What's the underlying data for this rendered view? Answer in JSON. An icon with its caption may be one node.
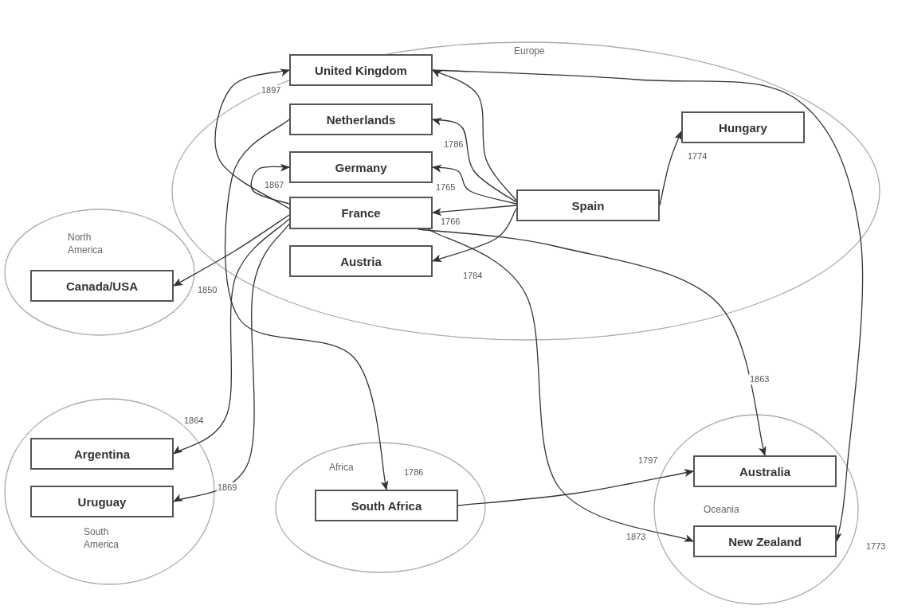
{
  "diagram": {
    "nodes": [
      {
        "text": [
          "Europe"
        ]
      },
      {
        "text": [
          "United Kingdom"
        ],
        "in": 0
      },
      {
        "text": [
          "Netherlands"
        ],
        "in": 0
      },
      {
        "text": [
          "Germany"
        ],
        "in": 0
      },
      {
        "text": [
          "France"
        ],
        "in": 0
      },
      {
        "text": [
          "Austria"
        ],
        "in": 0
      },
      {
        "text": [
          "Spain"
        ],
        "in": 0
      },
      {
        "text": [
          "Hungary"
        ],
        "in": 0
      },
      {
        "text": [
          "North America"
        ]
      },
      {
        "text": [
          "Canada/USA"
        ],
        "in": 8
      },
      {
        "text": [
          "South America"
        ]
      },
      {
        "text": [
          "Argentina"
        ],
        "in": 10
      },
      {
        "text": [
          "Uruguay"
        ],
        "in": 10
      },
      {
        "text": [
          "Africa"
        ]
      },
      {
        "text": [
          "South Africa"
        ],
        "in": 13
      },
      {
        "text": [
          "Oceania"
        ]
      },
      {
        "text": [
          "Australia"
        ],
        "in": 15
      },
      {
        "text": [
          "New Zealand"
        ],
        "in": 15
      }
    ],
    "edges": [
      {
        "from": 6,
        "to": 1,
        "arrow": "to"
      },
      {
        "from": 6,
        "to": 2,
        "arrow": "to",
        "label": "1786"
      },
      {
        "from": 6,
        "to": 3,
        "arrow": "to",
        "label": "1765"
      },
      {
        "from": 6,
        "to": 4,
        "arrow": "to",
        "label": "1766"
      },
      {
        "from": 6,
        "to": 5,
        "arrow": "to",
        "label": "1784"
      },
      {
        "from": 6,
        "to": 7,
        "arrow": "to",
        "label": "1774"
      },
      {
        "from": 4,
        "to": 1,
        "arrow": "to",
        "label": "1897"
      },
      {
        "from": 4,
        "to": 3,
        "arrow": "to",
        "label": "1867"
      },
      {
        "from": 4,
        "to": 9,
        "arrow": "to",
        "label": "1850"
      },
      {
        "from": 4,
        "to": 11,
        "arrow": "to",
        "label": "1864"
      },
      {
        "from": 4,
        "to": 12,
        "arrow": "to",
        "label": "1869"
      },
      {
        "from": 2,
        "to": 14,
        "arrow": "to",
        "label": "1786"
      },
      {
        "from": 4,
        "to": 16,
        "arrow": "to",
        "label": "1863"
      },
      {
        "from": 4,
        "to": 17,
        "arrow": "to",
        "label": "1873"
      },
      {
        "from": 1,
        "to": 17,
        "arrow": "to",
        "label": "1773"
      },
      {
        "from": 14,
        "to": 16,
        "arrow": "to",
        "label": "1797"
      }
    ]
  }
}
